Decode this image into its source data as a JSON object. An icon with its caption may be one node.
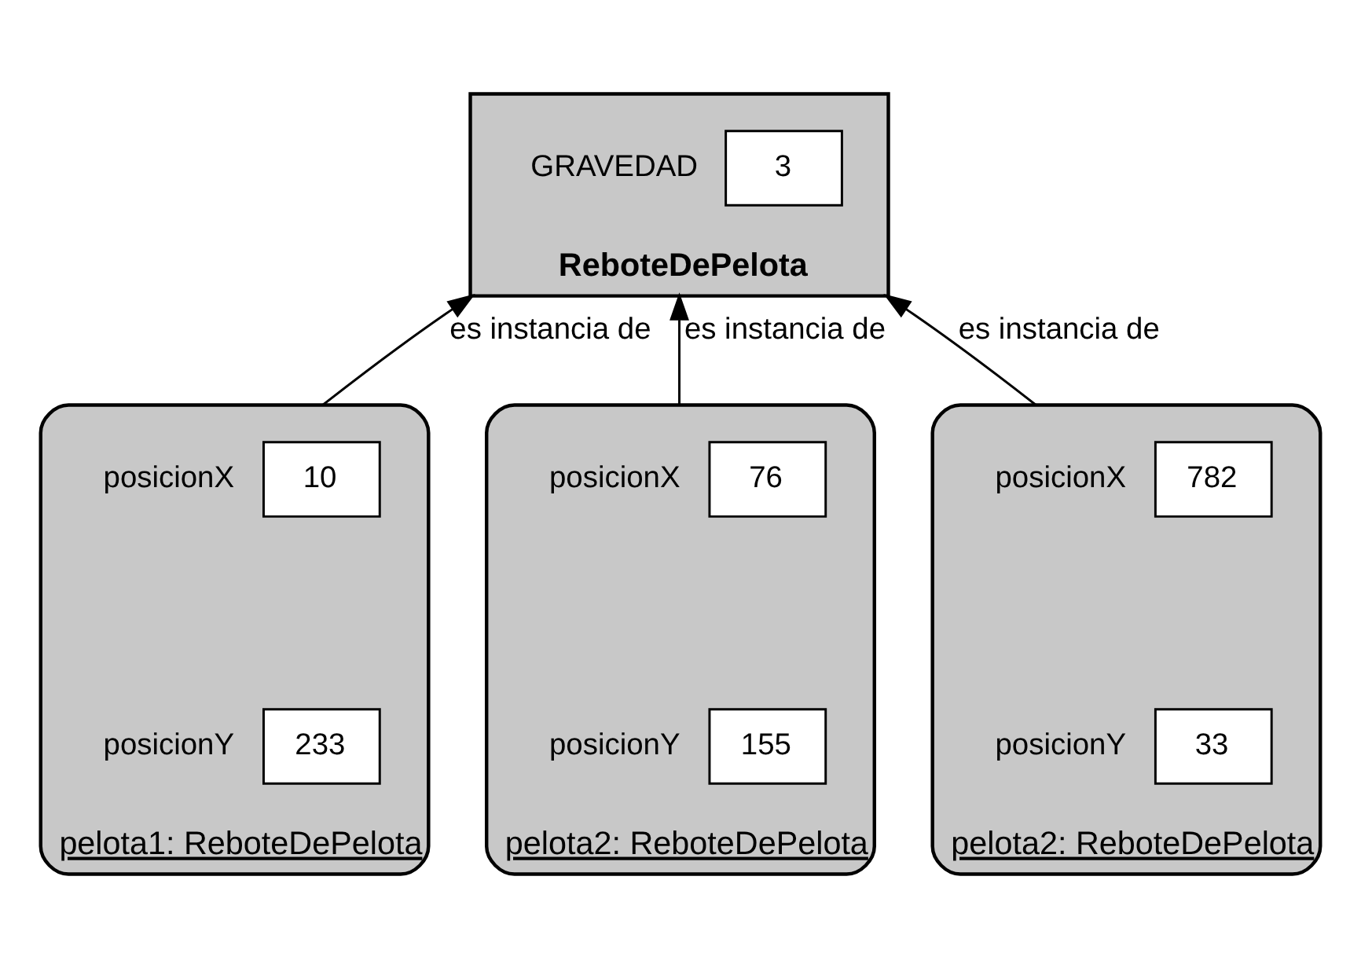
{
  "diagram": {
    "nodes": [
      {
        "text": [
          "ReboteDePelota"
        ]
      },
      {
        "text": [
          "3"
        ],
        "beside": [
          "GRAVEDAD"
        ],
        "in": 0
      },
      {
        "text": [
          "pelota1: ReboteDePelota"
        ]
      },
      {
        "text": [
          "10"
        ],
        "beside": [
          "posicionX"
        ],
        "in": 2
      },
      {
        "text": [
          "233"
        ],
        "beside": [
          "posicionY"
        ],
        "in": 2
      },
      {
        "text": [
          "pelota2: ReboteDePelota"
        ]
      },
      {
        "text": [
          "76"
        ],
        "beside": [
          "posicionX"
        ],
        "in": 5
      },
      {
        "text": [
          "155"
        ],
        "beside": [
          "posicionY"
        ],
        "in": 5
      },
      {
        "text": [
          "pelota2: ReboteDePelota"
        ]
      },
      {
        "text": [
          "782"
        ],
        "beside": [
          "posicionX"
        ],
        "in": 8
      },
      {
        "text": [
          "33"
        ],
        "beside": [
          "posicionY"
        ],
        "in": 8
      }
    ],
    "edges": [
      {
        "from": 2,
        "to": 0,
        "arrow": "to",
        "label": "es instancia de"
      },
      {
        "from": 5,
        "to": 0,
        "arrow": "to",
        "label": "es instancia de"
      },
      {
        "from": 8,
        "to": 0,
        "arrow": "to",
        "label": "es instancia de"
      }
    ]
  }
}
